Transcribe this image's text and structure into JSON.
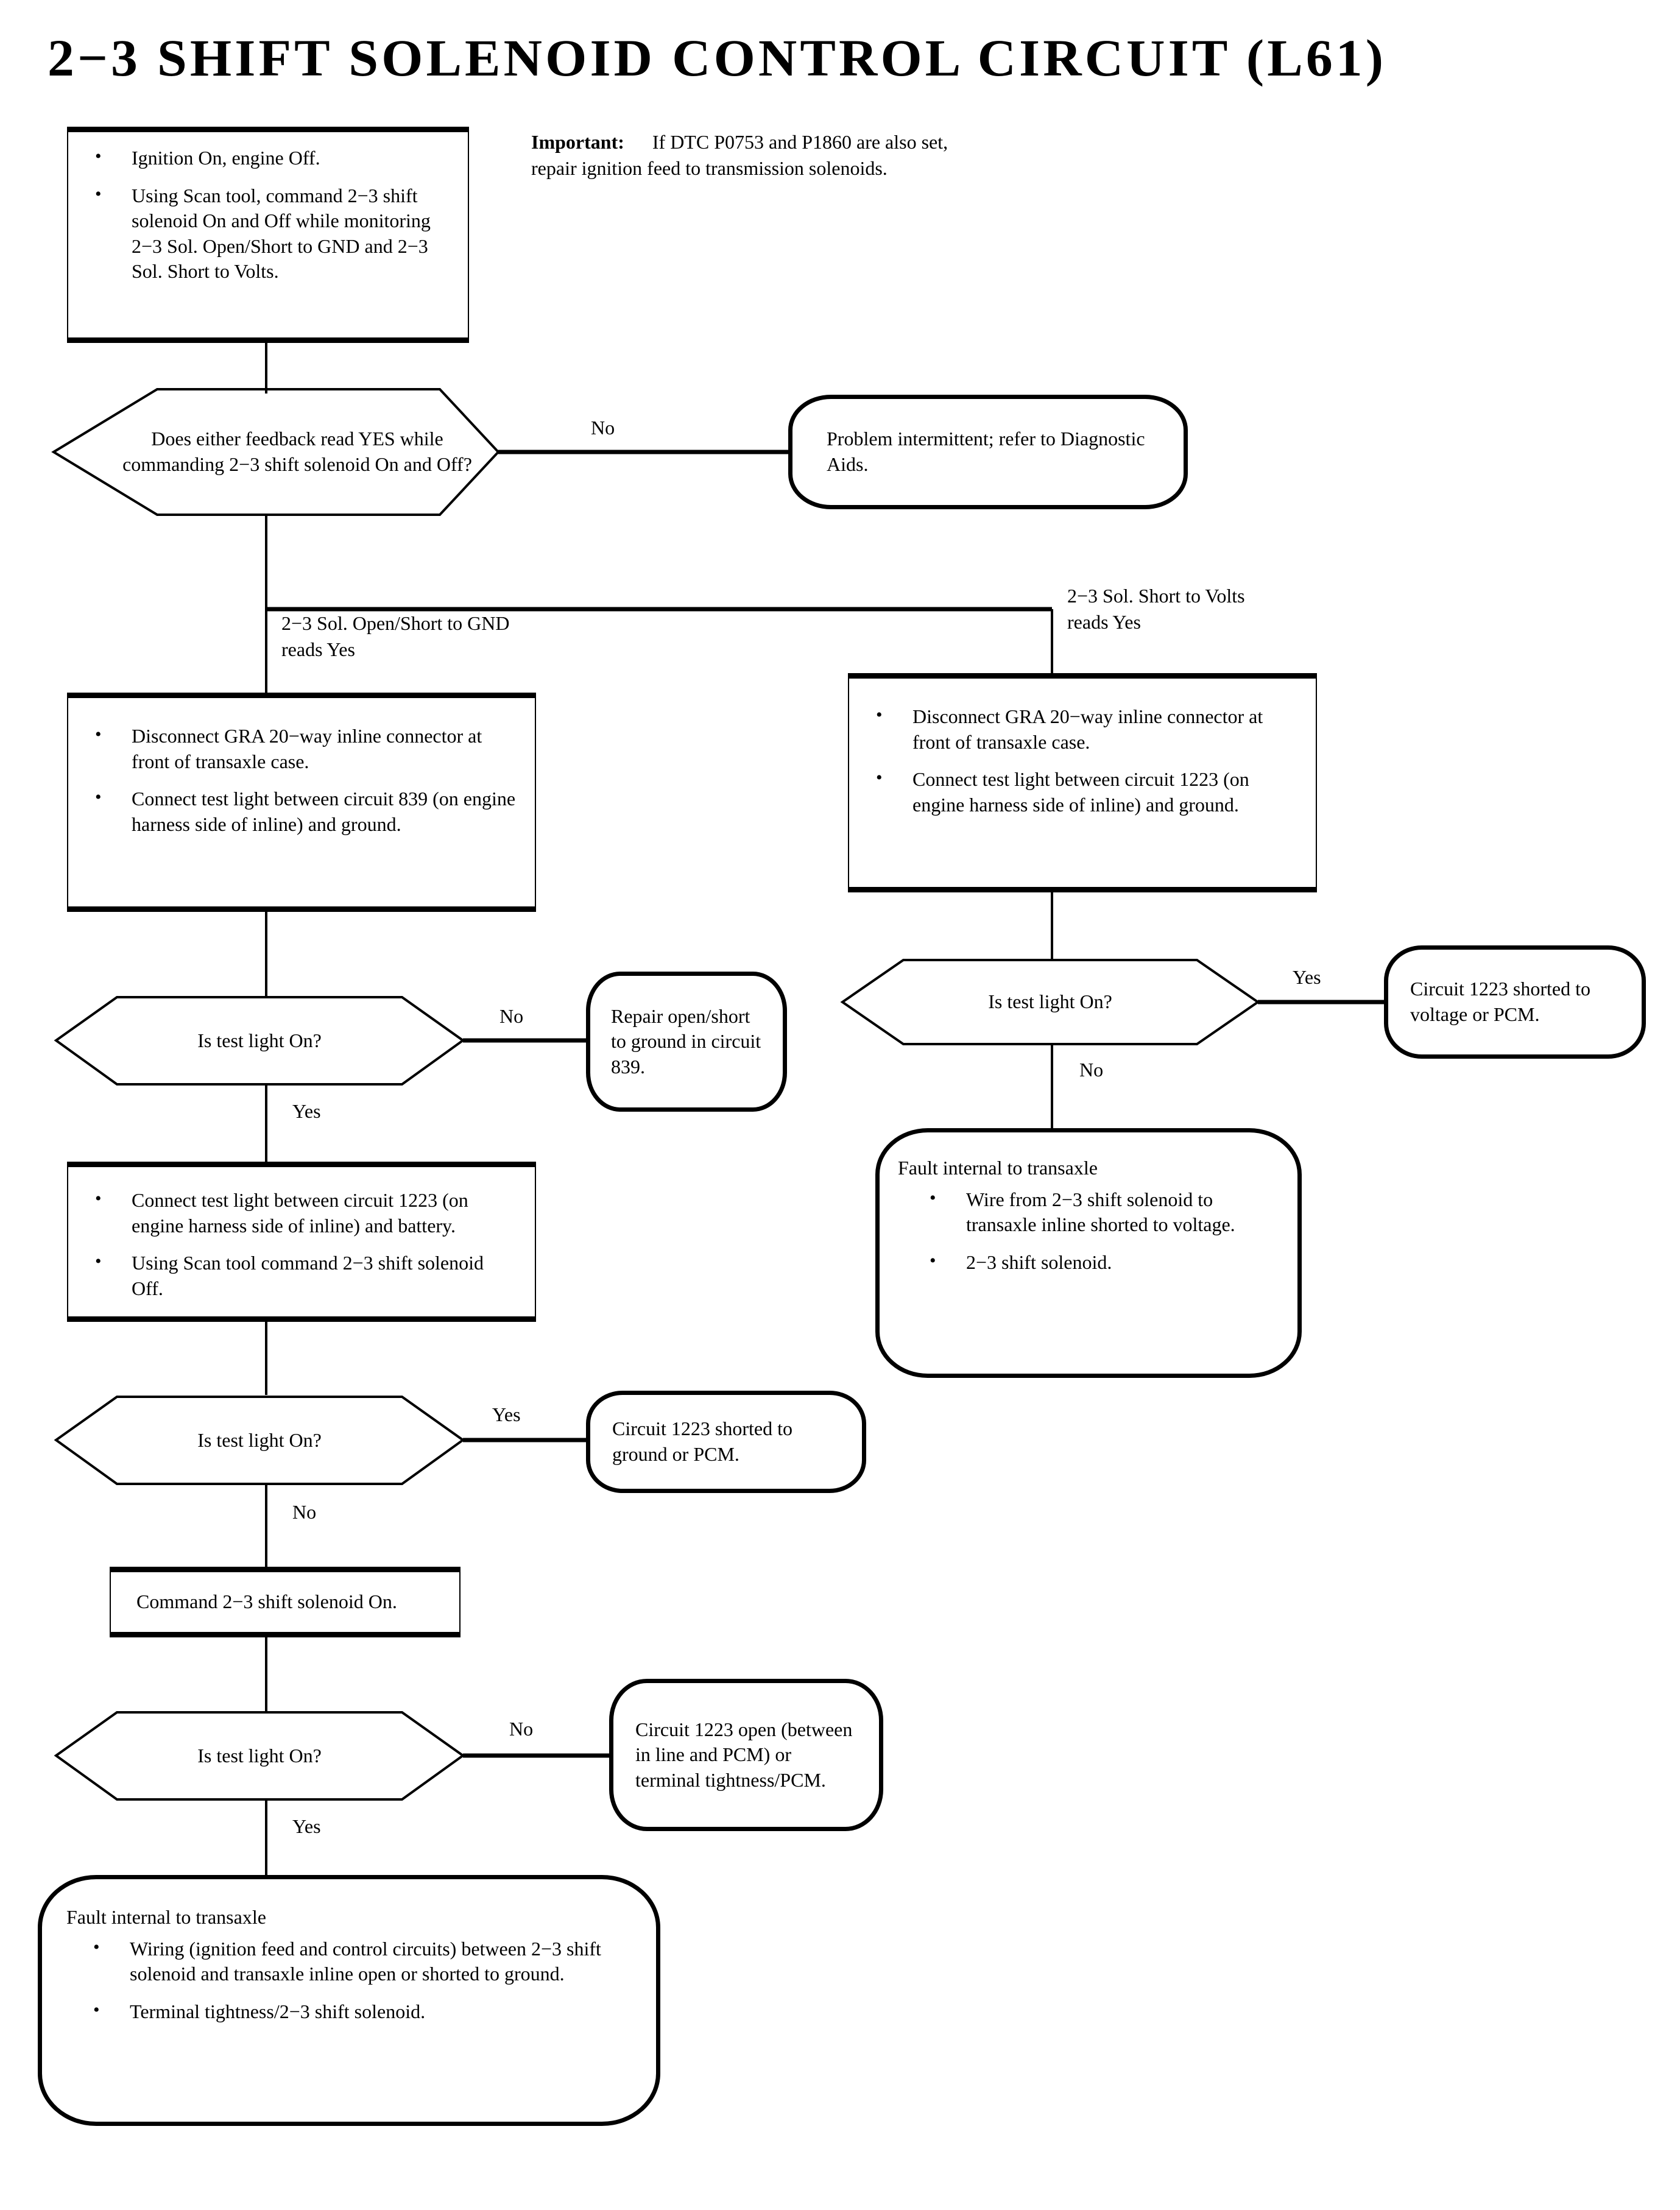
{
  "title": "2−3 SHIFT SOLENOID  CONTROL CIRCUIT (L61)",
  "important": {
    "label": "Important:",
    "line1": "If DTC P0753 and P1860 are also set,",
    "line2": "repair ignition feed to transmission solenoids."
  },
  "nodes": {
    "start": {
      "type": "process",
      "bullets": [
        "Ignition On, engine Off.",
        "Using Scan tool, command 2−3 shift solenoid On and Off while monitoring 2−3 Sol. Open/Short to GND and 2−3 Sol. Short to Volts."
      ]
    },
    "decision_feedback": {
      "type": "decision",
      "text": "Does either feedback read YES while commanding 2−3 shift solenoid On and Off?"
    },
    "intermittent": {
      "type": "terminal",
      "text": "Problem intermittent; refer to Diagnostic Aids."
    },
    "left_disconnect": {
      "type": "process",
      "bullets": [
        "Disconnect GRA 20−way inline connector at front of transaxle case.",
        "Connect test light between circuit 839 (on engine harness side of inline) and ground."
      ]
    },
    "right_disconnect": {
      "type": "process",
      "bullets": [
        "Disconnect GRA 20−way inline connector at front of transaxle case.",
        "Connect test light between circuit 1223 (on engine harness side of inline) and ground."
      ]
    },
    "left_dec1": {
      "type": "decision",
      "text": "Is test light On?"
    },
    "repair839": {
      "type": "terminal",
      "text": "Repair open/short to ground in circuit 839."
    },
    "right_dec1": {
      "type": "decision",
      "text": "Is test light On?"
    },
    "short_voltage": {
      "type": "terminal",
      "text": "Circuit 1223 shorted to voltage or PCM."
    },
    "fault_right": {
      "type": "terminal",
      "header": "Fault internal to transaxle",
      "bullets": [
        "Wire from 2−3 shift solenoid to transaxle inline shorted to voltage.",
        "2−3 shift solenoid."
      ]
    },
    "left_connect_battery": {
      "type": "process",
      "bullets": [
        "Connect test light between circuit 1223 (on engine harness side of inline) and battery.",
        "Using Scan tool command 2−3 shift solenoid Off."
      ]
    },
    "left_dec2": {
      "type": "decision",
      "text": "Is test light On?"
    },
    "short_ground": {
      "type": "terminal",
      "text": "Circuit 1223 shorted to ground or PCM."
    },
    "command_on": {
      "type": "process",
      "text": "Command 2−3 shift solenoid On."
    },
    "left_dec3": {
      "type": "decision",
      "text": "Is test light On?"
    },
    "open1223": {
      "type": "terminal",
      "text": "Circuit 1223 open (between in line and PCM) or terminal tightness/PCM."
    },
    "fault_bottom": {
      "type": "terminal",
      "header": "Fault internal to transaxle",
      "bullets": [
        "Wiring (ignition feed and control circuits) between 2−3 shift solenoid and transaxle inline open or shorted to ground.",
        "Terminal tightness/2−3 shift solenoid."
      ]
    }
  },
  "edges": {
    "feedback_no": "No",
    "branch_gnd": "2−3 Sol. Open/Short to GND reads Yes",
    "branch_gnd_l1": "2−3 Sol. Open/Short to GND",
    "branch_gnd_l2": "reads Yes",
    "branch_volts_l1": "2−3 Sol. Short to Volts",
    "branch_volts_l2": "reads Yes",
    "left_dec1_no": "No",
    "left_dec1_yes": "Yes",
    "right_dec1_yes": "Yes",
    "right_dec1_no": "No",
    "left_dec2_yes": "Yes",
    "left_dec2_no": "No",
    "left_dec3_no": "No",
    "left_dec3_yes": "Yes"
  },
  "colors": {
    "ink": "#000000",
    "paper": "#ffffff"
  }
}
